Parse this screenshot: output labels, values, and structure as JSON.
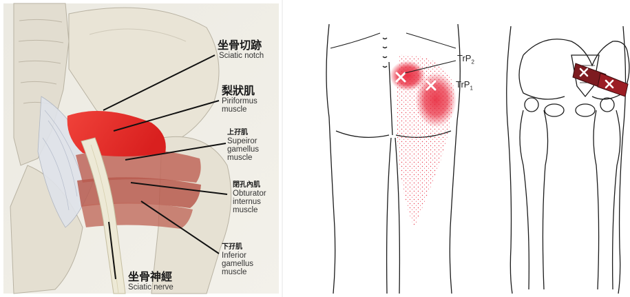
{
  "left_panel": {
    "labels": [
      {
        "zh": "坐骨切跡",
        "en": "Sciatic notch"
      },
      {
        "zh": "梨狀肌",
        "en": [
          "Piriformus",
          "muscle"
        ]
      },
      {
        "zh": "上孖肌",
        "en": [
          "Supeiror",
          "gamellus",
          "muscle"
        ]
      },
      {
        "zh": "閉孔內肌",
        "en": [
          "Obturator",
          "internus",
          "muscle"
        ]
      },
      {
        "zh": "下孖肌",
        "en": [
          "Inferior",
          "gamellus",
          "muscle"
        ]
      },
      {
        "zh": "坐骨神經",
        "en": "Sciatic nerve"
      }
    ]
  },
  "right_panel": {
    "trigger_points": [
      {
        "base": "TrP",
        "sub": "2"
      },
      {
        "base": "TrP",
        "sub": "1"
      }
    ]
  },
  "colors": {
    "muscle_red": "#e8262b",
    "pain_red": "#e8283c",
    "muscle_dark": "#8b1a1f",
    "bone": "#e9e4d6",
    "line": "#1a1a1a"
  }
}
